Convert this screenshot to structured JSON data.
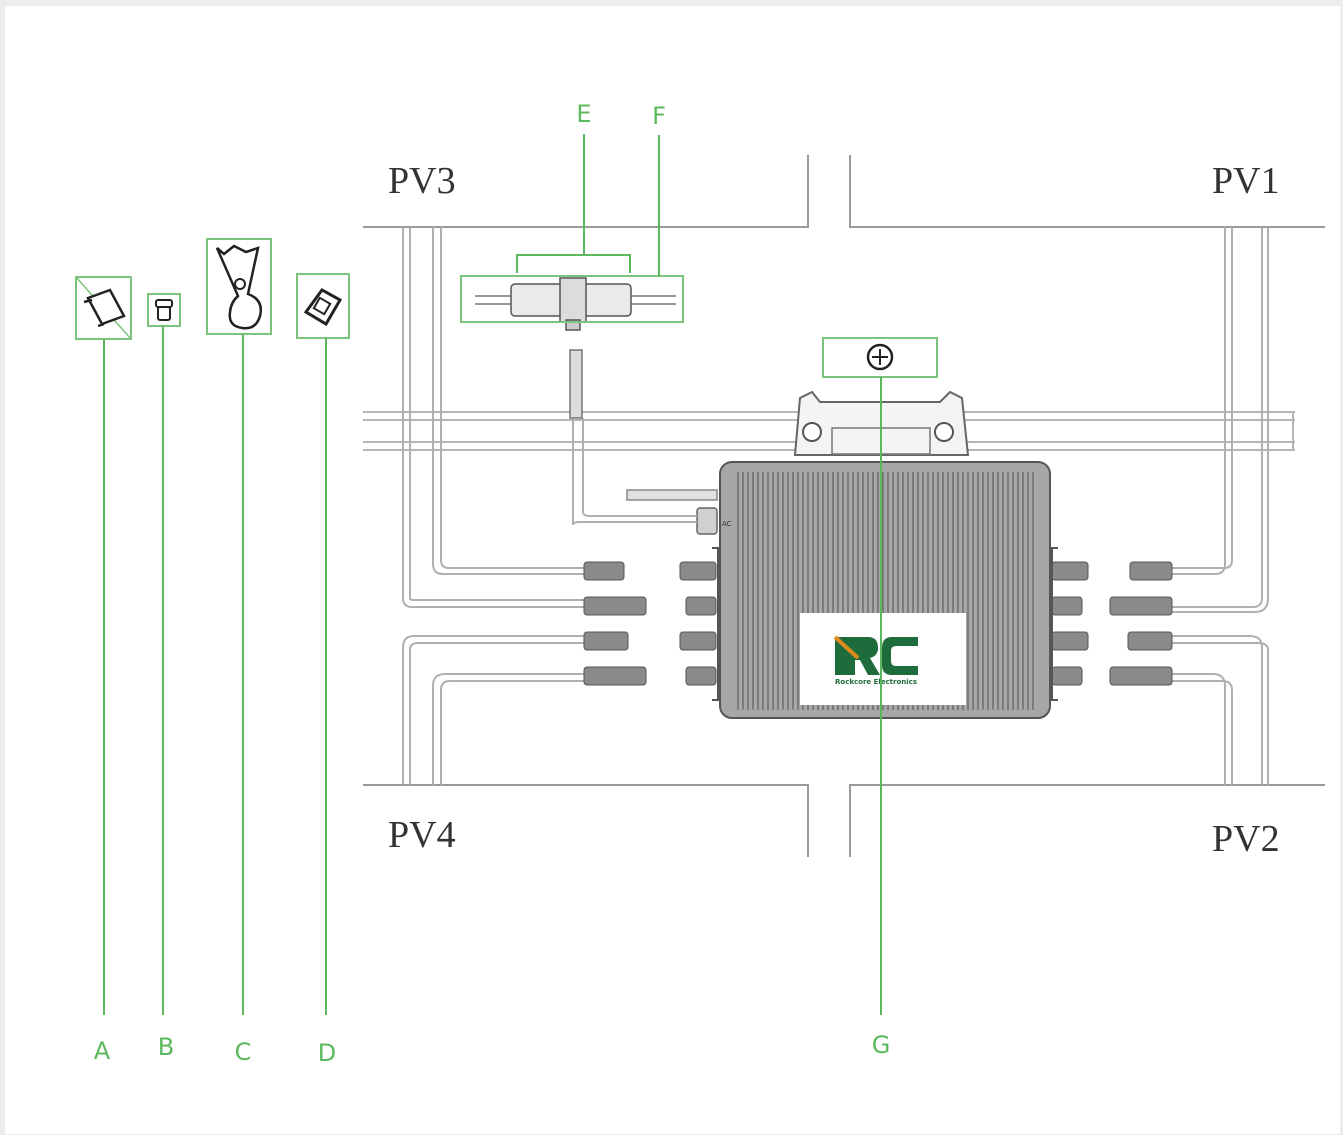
{
  "panels": {
    "pv1": "PV1",
    "pv2": "PV2",
    "pv3": "PV3",
    "pv4": "PV4"
  },
  "callouts": {
    "a": "A",
    "b": "B",
    "c": "C",
    "d": "D",
    "e": "E",
    "f": "F",
    "g": "G"
  },
  "inverter": {
    "port_ac": "AC",
    "logo_text": "RC",
    "logo_subtitle": "Rockcore Electronics"
  },
  "colors": {
    "callout_green": "#5cb85c",
    "logo_green": "#1e6b3c",
    "logo_orange": "#e08a1e",
    "background": "#ececec"
  }
}
